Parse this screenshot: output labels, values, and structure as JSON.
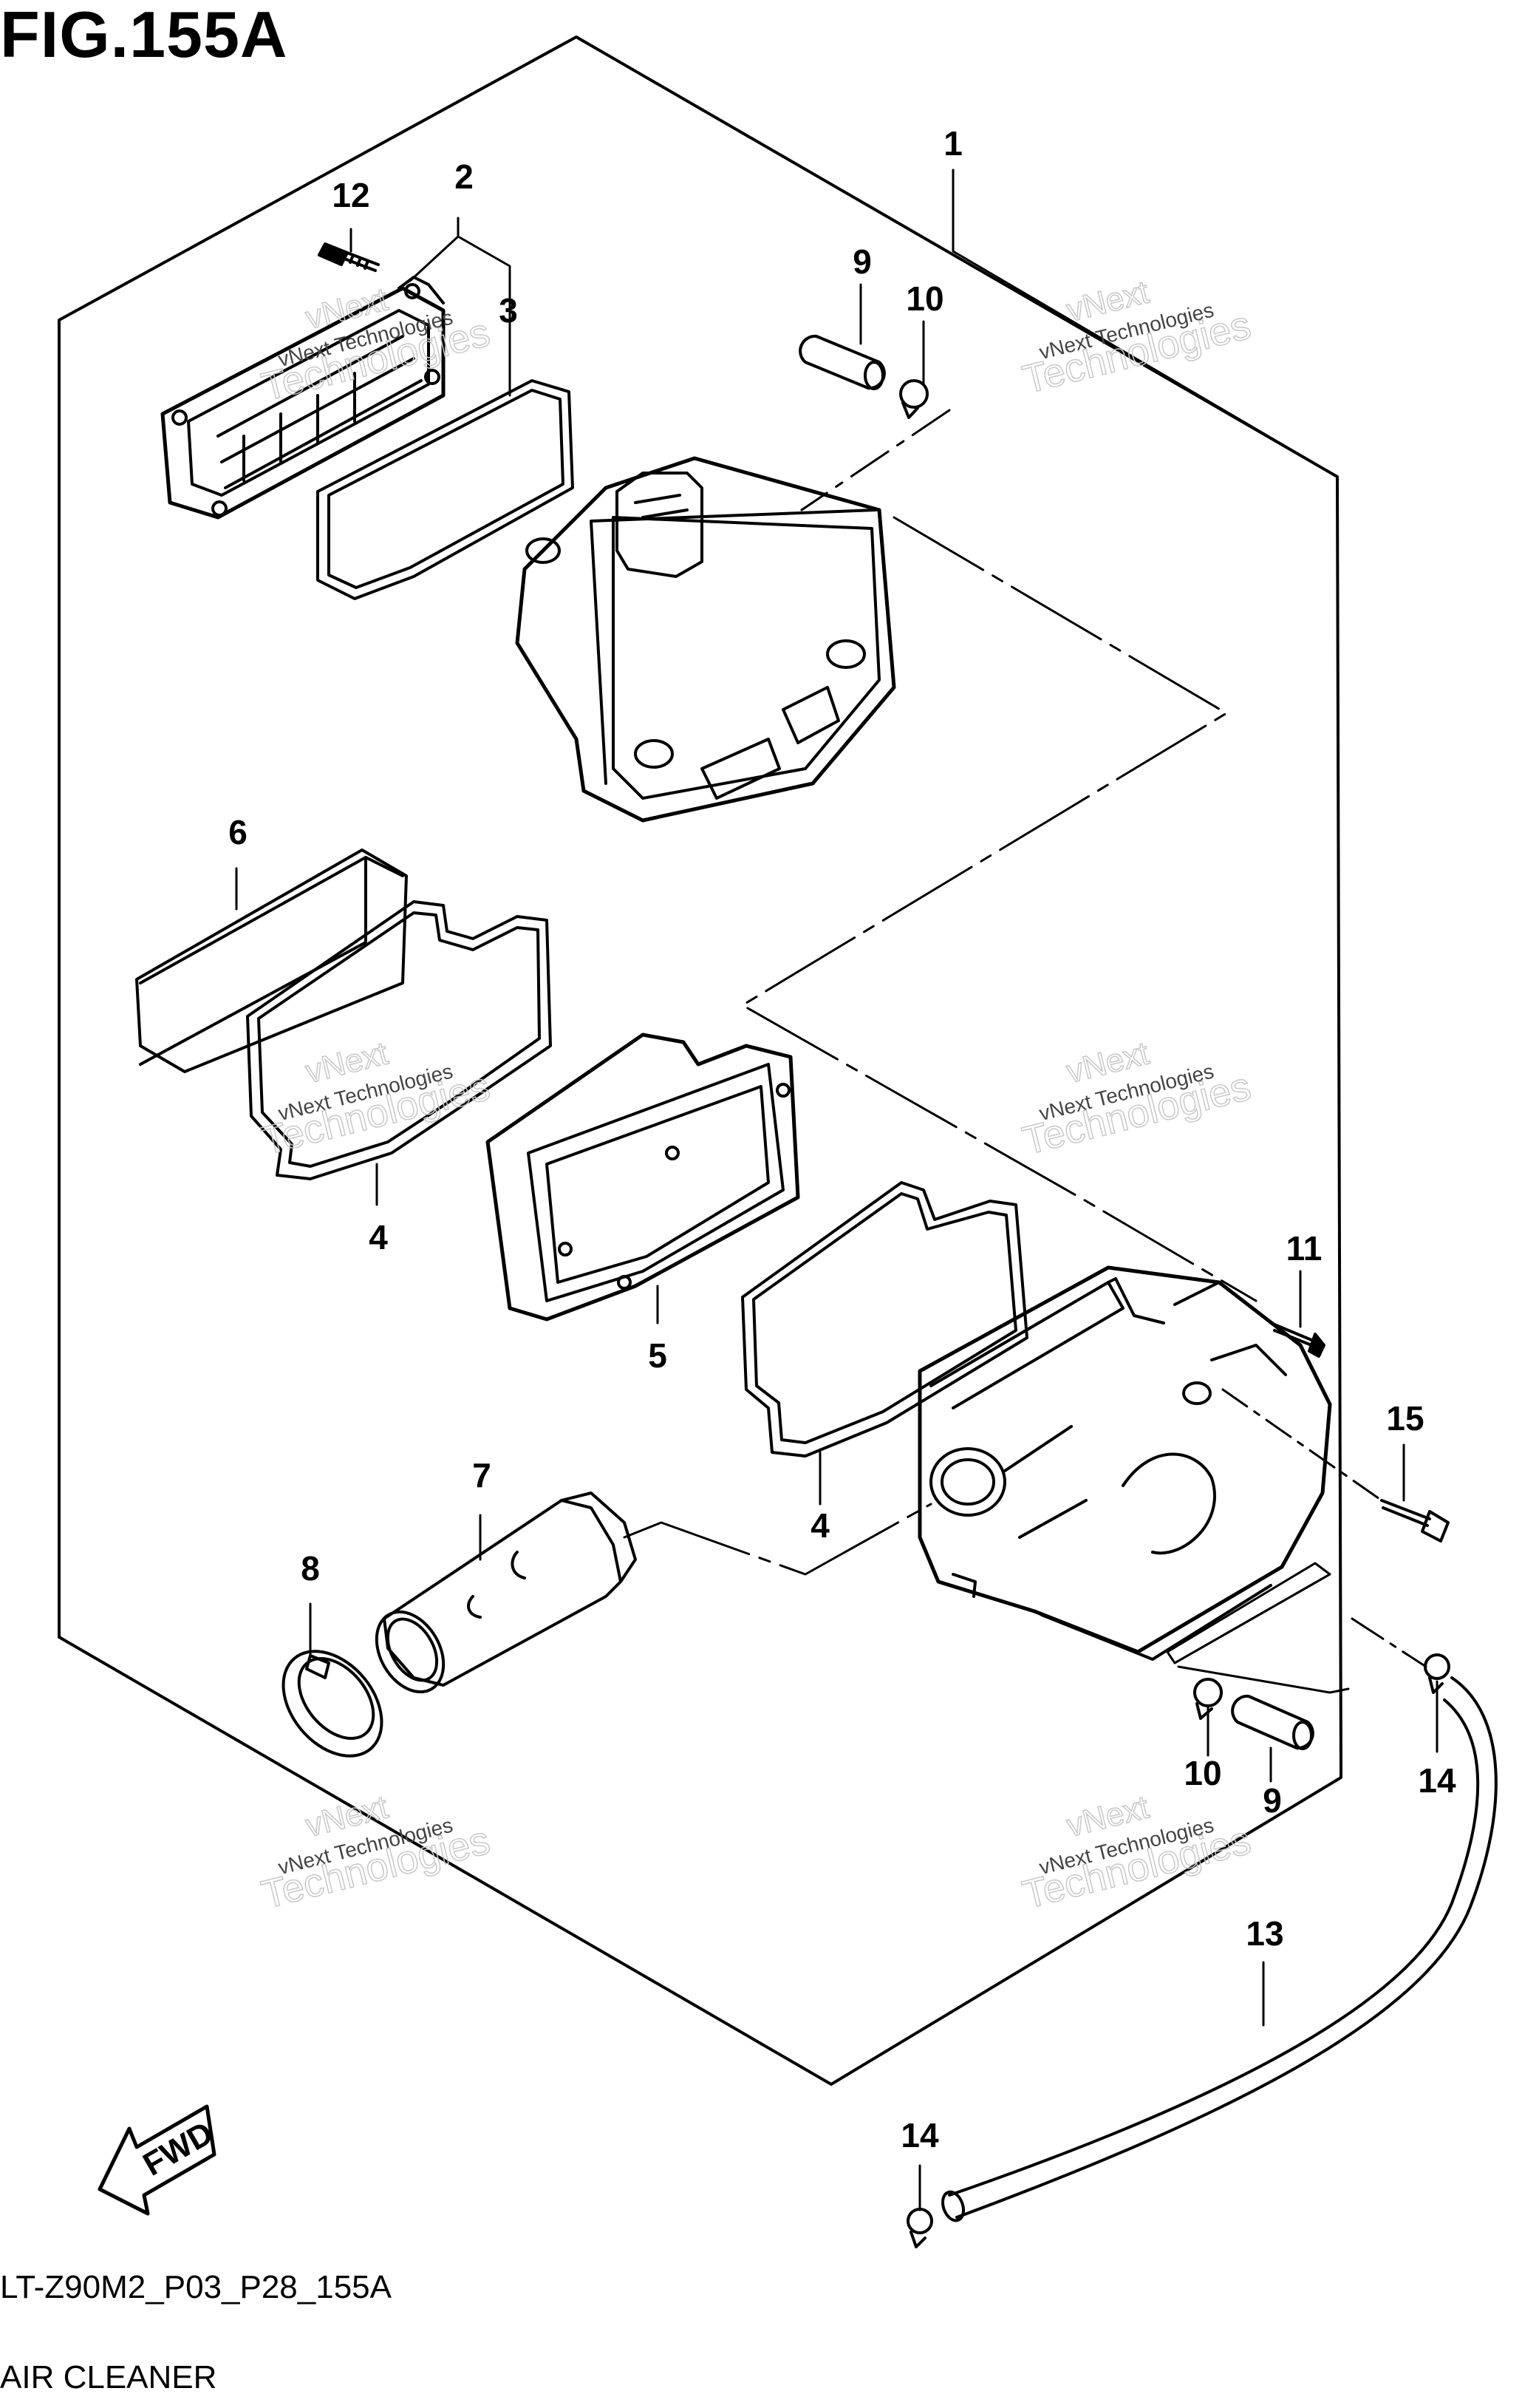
{
  "figure": {
    "title": "FIG.155A",
    "code": "LT-Z90M2_P03_P28_155A",
    "name": "AIR CLEANER",
    "fwd_label": "FWD"
  },
  "watermark": {
    "line1": "vNext",
    "line2": "vNext Technologies",
    "line3": "Technologies"
  },
  "callouts": [
    "1",
    "2",
    "3",
    "9",
    "10",
    "12",
    "6",
    "4",
    "5",
    "11",
    "15",
    "7",
    "8",
    "4",
    "10",
    "9",
    "14",
    "13",
    "14"
  ],
  "colors": {
    "ink": "#000000",
    "watermark": "#c8c8c8"
  }
}
